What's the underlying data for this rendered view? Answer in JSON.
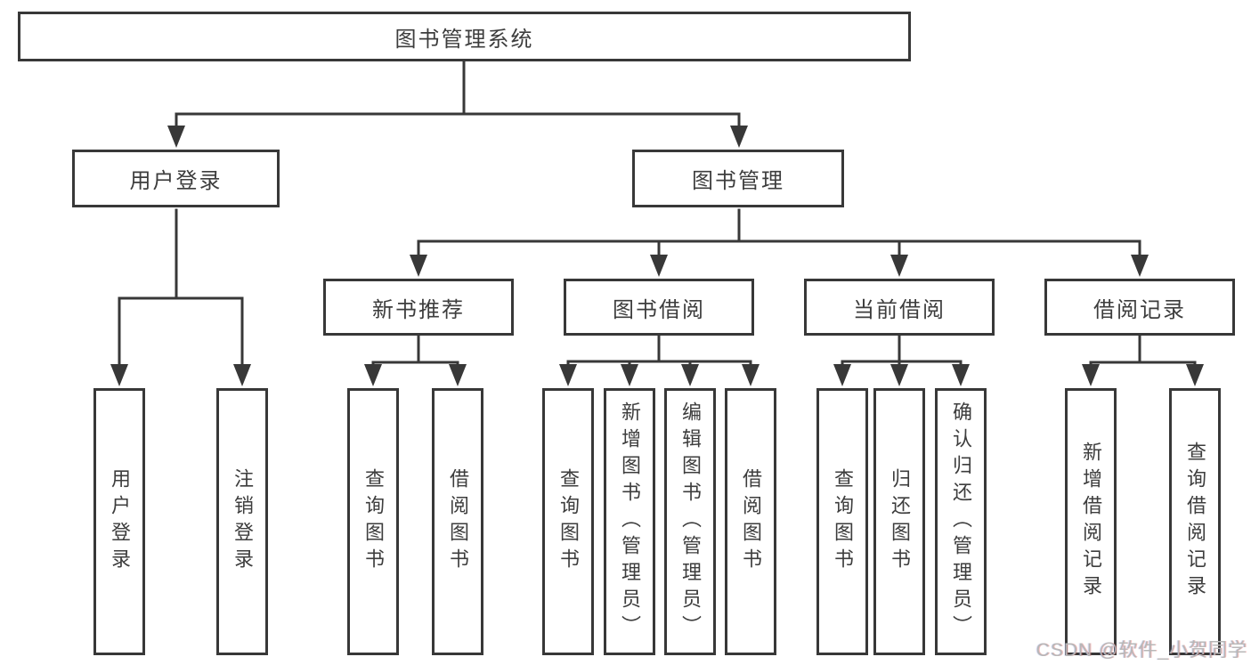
{
  "diagram": {
    "title": "图书管理系统",
    "level2": [
      {
        "label": "用户登录"
      },
      {
        "label": "图书管理"
      }
    ],
    "level3": [
      {
        "label": "新书推荐",
        "parent": "图书管理"
      },
      {
        "label": "图书借阅",
        "parent": "图书管理"
      },
      {
        "label": "当前借阅",
        "parent": "图书管理"
      },
      {
        "label": "借阅记录",
        "parent": "图书管理"
      }
    ],
    "leaves": [
      {
        "label": "用户登录",
        "parent": "用户登录"
      },
      {
        "label": "注销登录",
        "parent": "用户登录"
      },
      {
        "label": "查询图书",
        "parent": "新书推荐"
      },
      {
        "label": "借阅图书",
        "parent": "新书推荐"
      },
      {
        "label": "查询图书",
        "parent": "图书借阅"
      },
      {
        "label": "新增图书（管理员）",
        "parent": "图书借阅"
      },
      {
        "label": "编辑图书（管理员）",
        "parent": "图书借阅"
      },
      {
        "label": "借阅图书",
        "parent": "图书借阅"
      },
      {
        "label": "查询图书",
        "parent": "当前借阅"
      },
      {
        "label": "归还图书",
        "parent": "当前借阅"
      },
      {
        "label": "确认归还（管理员）",
        "parent": "当前借阅"
      },
      {
        "label": "新增借阅记录",
        "parent": "借阅记录"
      },
      {
        "label": "查询借阅记录",
        "parent": "借阅记录"
      }
    ]
  },
  "watermark": {
    "text": "CSDN @软件_小贺同学"
  },
  "colors": {
    "line": "#383838",
    "text": "#3d3d3d",
    "background": "#ffffff",
    "watermark": "#b7b7b7"
  }
}
